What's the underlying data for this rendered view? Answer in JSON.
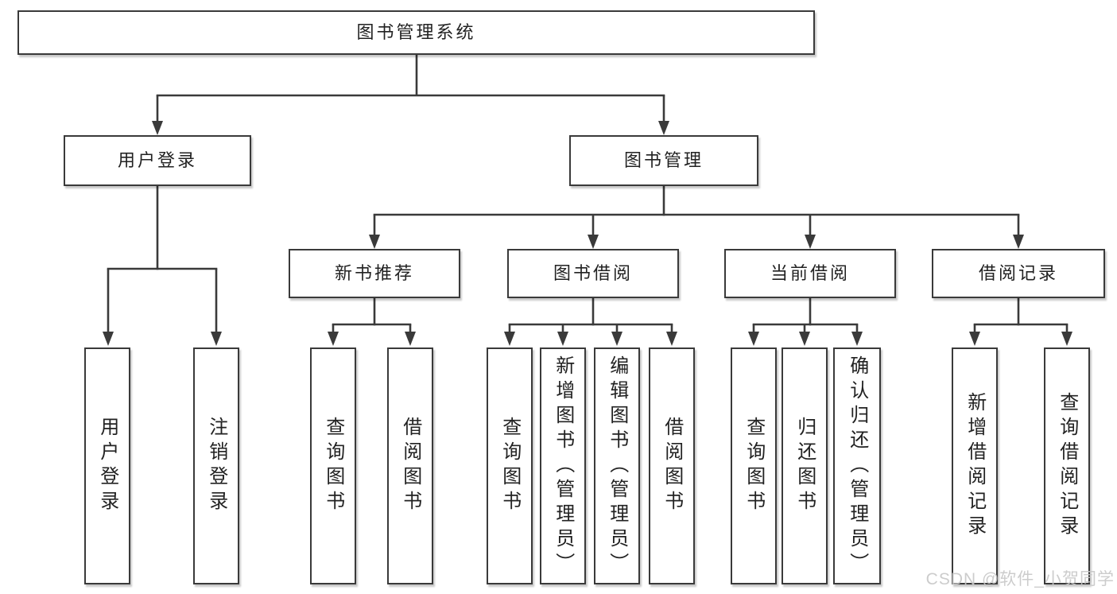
{
  "tree": {
    "label": "图书管理系统",
    "children": [
      {
        "label": "用户登录",
        "children": [
          {
            "label": "用户登录"
          },
          {
            "label": "注销登录"
          }
        ]
      },
      {
        "label": "图书管理",
        "children": [
          {
            "label": "新书推荐",
            "children": [
              {
                "label": "查询图书"
              },
              {
                "label": "借阅图书"
              }
            ]
          },
          {
            "label": "图书借阅",
            "children": [
              {
                "label": "查询图书"
              },
              {
                "label": "新增图书（管理员）"
              },
              {
                "label": "编辑图书（管理员）"
              },
              {
                "label": "借阅图书"
              }
            ]
          },
          {
            "label": "当前借阅",
            "children": [
              {
                "label": "查询图书"
              },
              {
                "label": "归还图书"
              },
              {
                "label": "确认归还（管理员）"
              }
            ]
          },
          {
            "label": "借阅记录",
            "children": [
              {
                "label": "新增借阅记录"
              },
              {
                "label": "查询借阅记录"
              }
            ]
          }
        ]
      }
    ]
  },
  "watermark": {
    "text": "CSDN @软件_小贺同学"
  },
  "colors": {
    "line": "#3a3a3a",
    "box_border": "#3a3a3a",
    "text": "#222222",
    "watermark": "#c7c7c7",
    "background": "#ffffff"
  }
}
